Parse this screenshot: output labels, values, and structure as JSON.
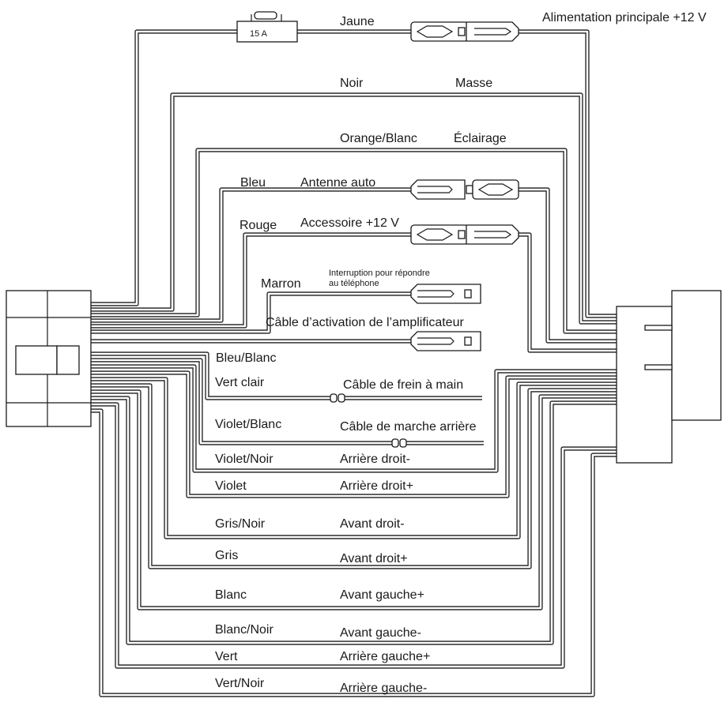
{
  "fuse": {
    "rating": "15 A"
  },
  "wires": [
    {
      "id": "jaune",
      "color_label": "Jaune",
      "function_label": "Alimentation principale +12 V"
    },
    {
      "id": "noir",
      "color_label": "Noir",
      "function_label": "Masse"
    },
    {
      "id": "orange-blanc",
      "color_label": "Orange/Blanc",
      "function_label": "Éclairage"
    },
    {
      "id": "bleu",
      "color_label": "Bleu",
      "function_label": "Antenne auto"
    },
    {
      "id": "rouge",
      "color_label": "Rouge",
      "function_label": "Accessoire +12 V"
    },
    {
      "id": "marron",
      "color_label": "Marron",
      "function_label_line1": "Interruption pour répondre",
      "function_label_line2": "au téléphone"
    },
    {
      "id": "bleu-blanc",
      "color_label": "Bleu/Blanc",
      "function_label": "Câble d’activation de l’amplificateur"
    },
    {
      "id": "vert-clair",
      "color_label": "Vert clair",
      "function_label": "Câble de frein à main"
    },
    {
      "id": "violet-blanc",
      "color_label": "Violet/Blanc",
      "function_label": "Câble de marche arrière"
    },
    {
      "id": "violet-noir",
      "color_label": "Violet/Noir",
      "function_label": "Arrière droit-"
    },
    {
      "id": "violet",
      "color_label": "Violet",
      "function_label": "Arrière droit+"
    },
    {
      "id": "gris-noir",
      "color_label": "Gris/Noir",
      "function_label": "Avant droit-"
    },
    {
      "id": "gris",
      "color_label": "Gris",
      "function_label": "Avant droit+"
    },
    {
      "id": "blanc",
      "color_label": "Blanc",
      "function_label": "Avant gauche+"
    },
    {
      "id": "blanc-noir",
      "color_label": "Blanc/Noir",
      "function_label": "Avant gauche-"
    },
    {
      "id": "vert",
      "color_label": "Vert",
      "function_label": "Arrière gauche+"
    },
    {
      "id": "vert-noir",
      "color_label": "Vert/Noir",
      "function_label": "Arrière gauche-"
    }
  ]
}
